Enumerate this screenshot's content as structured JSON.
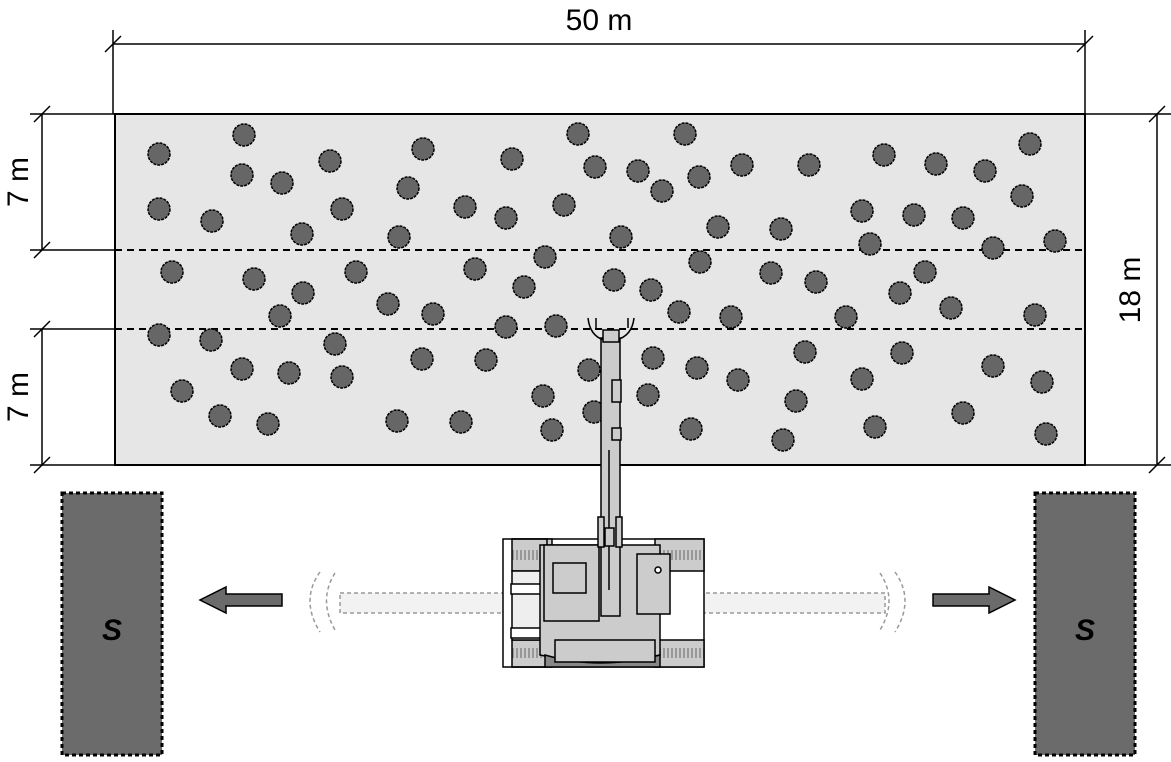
{
  "dimensions": {
    "width_label": "50 m",
    "height_label": "18 m",
    "upper_strip_label": "7 m",
    "lower_strip_label": "7 m"
  },
  "stockpiles": {
    "left_label": "S",
    "right_label": "S"
  },
  "colors": {
    "field": "#e6e6e6",
    "tree": "#666666",
    "stockpile": "#6b6b6b",
    "arrow": "#6b6b6b"
  }
}
